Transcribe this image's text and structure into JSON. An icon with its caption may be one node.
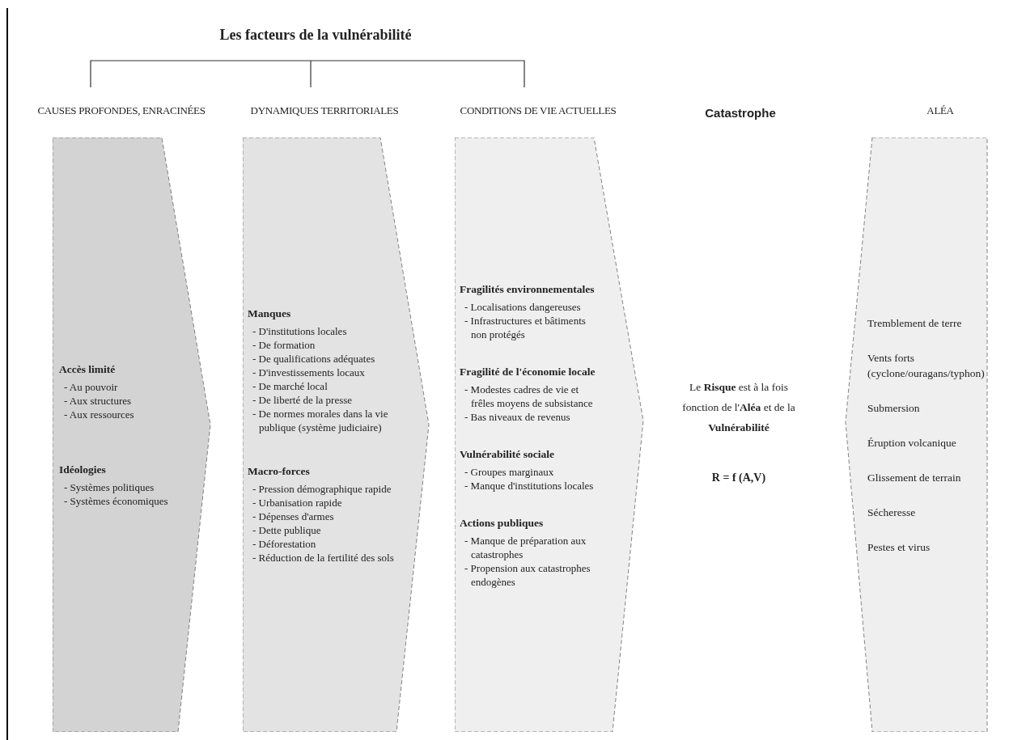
{
  "diagram": {
    "title": "Les facteurs de la vulnérabilité",
    "nodes": [
      {
        "text": [
          "CAUSES PROFONDES, ENRACINÉES",
          "Accès limité",
          "- Au pouvoir",
          "- Aux structures",
          "- Aux ressources",
          "Idéologies",
          "- Systèmes politiques",
          "- Systèmes économiques"
        ]
      },
      {
        "text": [
          "DYNAMIQUES TERRITORIALES",
          "Manques",
          "- D'institutions locales",
          "- De formation",
          "- De qualifications adéquates",
          "- D'investissements locaux",
          "- De marché local",
          "- De liberté de la presse",
          "- De normes morales dans la vie publique (système judiciaire)",
          "Macro-forces",
          "- Pression démographique rapide",
          "- Urbanisation rapide",
          "- Dépenses d'armes",
          "- Dette publique",
          "- Déforestation",
          "- Réduction de la fertilité des sols"
        ]
      },
      {
        "text": [
          "CONDITIONS DE VIE ACTUELLES",
          "Fragilités environnementales",
          "- Localisations dangereuses",
          "- Infrastructures et bâtiments non protégés",
          "Fragilité de l'économie locale",
          "- Modestes cadres de vie et frêles moyens de subsistance",
          "- Bas niveaux de revenus",
          "Vulnérabilité sociale",
          "- Groupes marginaux",
          "- Manque d'institutions locales",
          "Actions publiques",
          "- Manque de préparation aux catastrophes",
          "- Propension aux catastrophes endogènes"
        ]
      },
      {
        "text": [
          "ALÉA",
          "Tremblement de terre",
          "Vents forts (cyclone/ouragans/typhon)",
          "Submersion",
          "Éruption volcanique",
          "Glissement de terrain",
          "Sécheresse",
          "Pestes et virus"
        ]
      }
    ],
    "labels": [
      "Catastrophe",
      "Le **Risque** est à la fois fonction de l'**Aléa** et de la **Vulnérabilité**",
      "R = f (A,V)"
    ]
  }
}
